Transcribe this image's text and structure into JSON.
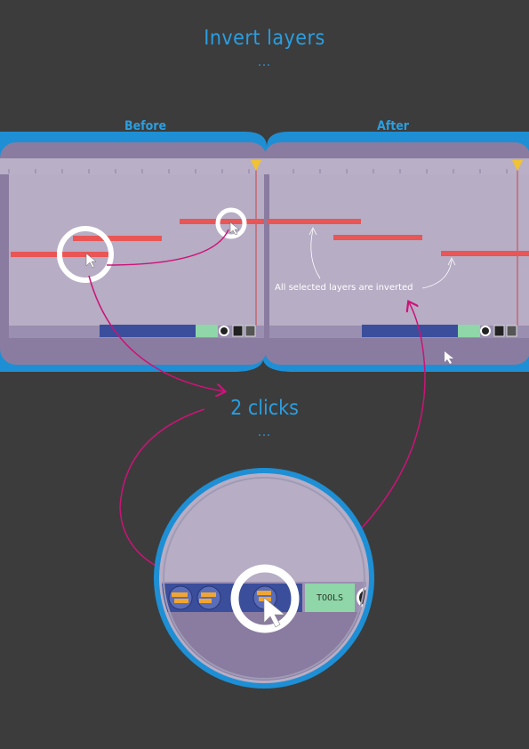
{
  "header": {
    "title": "Invert layers",
    "dots": "..."
  },
  "panels": {
    "before_label": "Before",
    "after_label": "After"
  },
  "annotation": "All selected layers are inverted",
  "action": {
    "title": "2 clicks",
    "dots": "..."
  },
  "toolbar": {
    "tools_label": "TOOLS"
  },
  "colors": {
    "accent": "#2a9ee0",
    "arrow": "#cc1377",
    "layer": "#e85656",
    "background": "#3c3c3c"
  },
  "icons": [
    "cursor-icon",
    "invert-layers-icon",
    "tool-icon"
  ]
}
